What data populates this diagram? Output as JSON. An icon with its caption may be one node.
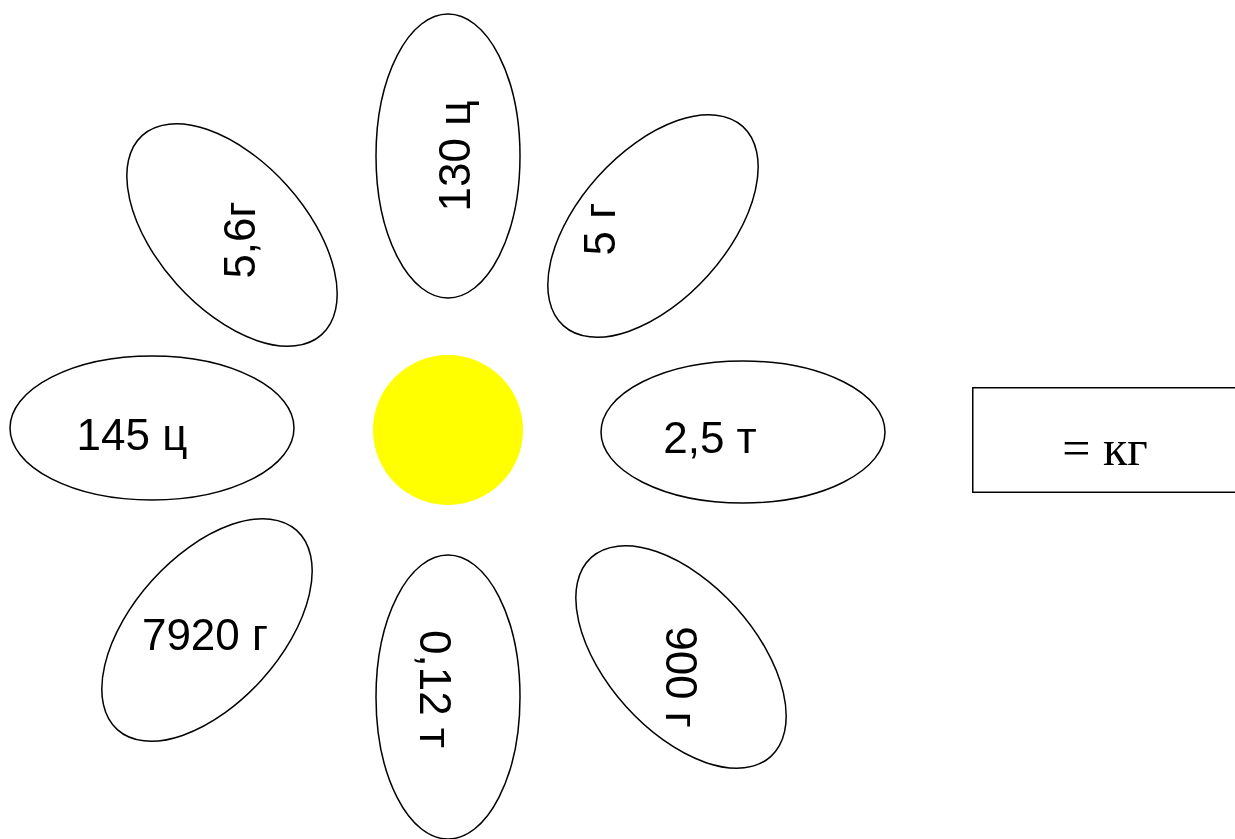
{
  "diagram": {
    "nodes": [
      {
        "text": [
          "130 ц"
        ]
      },
      {
        "text": [
          "5,6г"
        ]
      },
      {
        "text": [
          "5 г"
        ]
      },
      {
        "text": [
          "145 ц"
        ]
      },
      {
        "text": [],
        "shape": "circle"
      },
      {
        "text": [
          "2,5 т"
        ]
      },
      {
        "text": [
          "= кг"
        ]
      },
      {
        "text": [
          "7920 г"
        ]
      },
      {
        "text": [
          "0,12 т"
        ]
      },
      {
        "text": [
          "900 г"
        ]
      }
    ]
  }
}
